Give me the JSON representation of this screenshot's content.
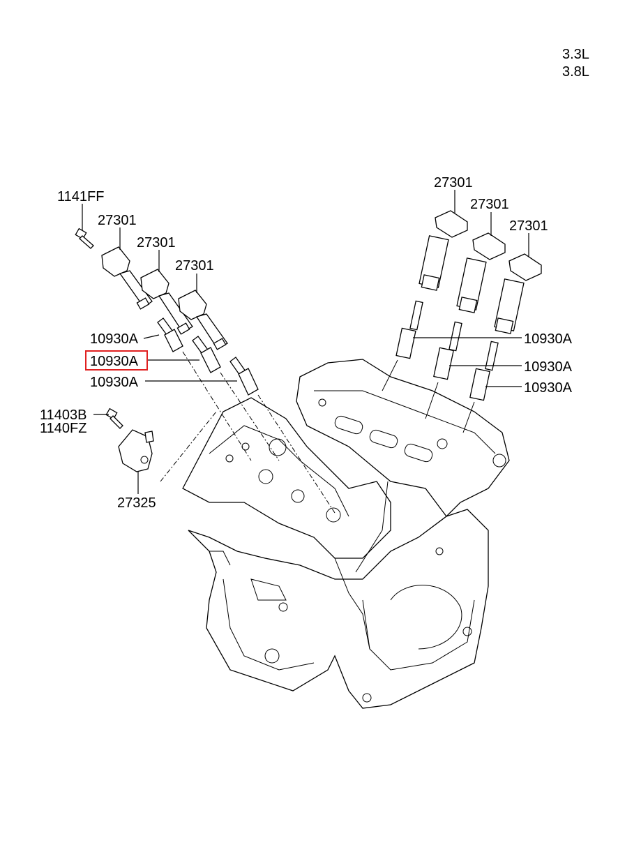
{
  "engine_variants": [
    "3.3L",
    "3.8L"
  ],
  "labels": {
    "bolt_top": "1141FF",
    "coil_1": "27301",
    "coil_2": "27301",
    "coil_3": "27301",
    "coil_4": "27301",
    "coil_5": "27301",
    "coil_6": "27301",
    "plug_left_1": "10930A",
    "plug_left_2": "10930A",
    "plug_left_3": "10930A",
    "plug_right_1": "10930A",
    "plug_right_2": "10930A",
    "plug_right_3": "10930A",
    "bolt_bracket_1": "11403B",
    "bolt_bracket_2": "1140FZ",
    "bracket": "27325"
  },
  "highlight": {
    "label": "10930A",
    "color": "#e02020"
  }
}
